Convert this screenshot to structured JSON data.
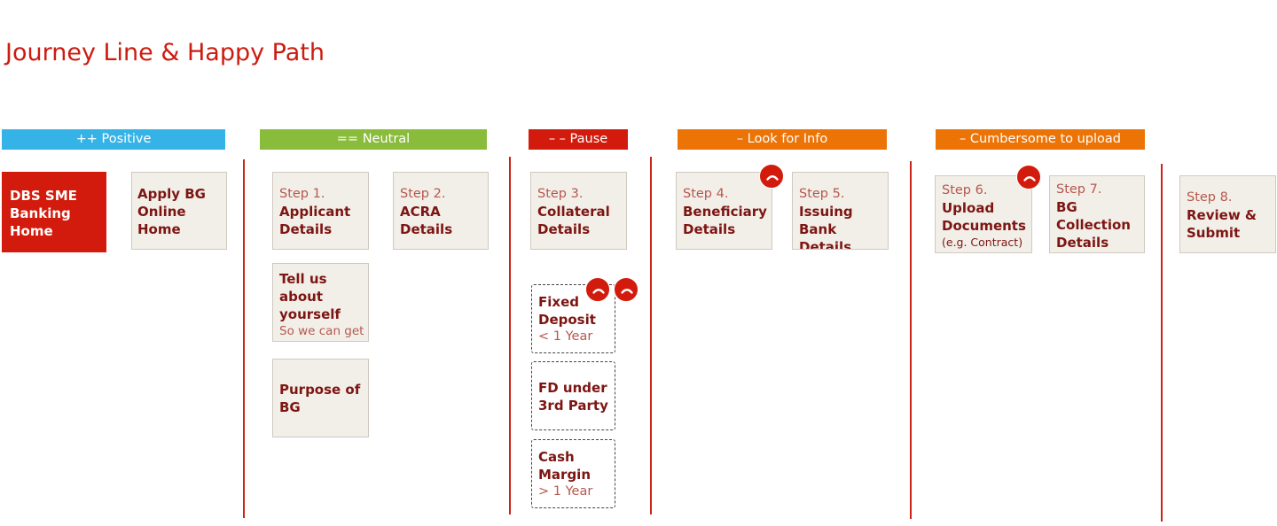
{
  "title": "Journey Line & Happy Path",
  "colors": {
    "positive": "#36b3e6",
    "neutral": "#8abc3c",
    "pause": "#d21b0c",
    "look_for_info": "#ec7407",
    "cumbersome": "#ec7407",
    "card_bg": "#f2efe9",
    "card_text": "#7d1512",
    "divider": "#cc2418"
  },
  "bands": {
    "positive": "++ Positive",
    "neutral": "== Neutral",
    "pause": "– – Pause",
    "look_for_info": "– Look for Info",
    "cumbersome": "– Cumbersome to upload"
  },
  "cards": {
    "dbs_home": {
      "title": "DBS SME Banking Home"
    },
    "apply_bg": {
      "title": "Apply BG Online Home"
    },
    "step1": {
      "step": "Step 1.",
      "title": "Applicant Details"
    },
    "step2": {
      "step": "Step 2.",
      "title": "ACRA Details"
    },
    "tell_us": {
      "title": "Tell us about yourself",
      "note": "So we can get back to you"
    },
    "purpose": {
      "title": "Purpose of BG"
    },
    "step3": {
      "step": "Step 3.",
      "title": "Collateral Details"
    },
    "fixed_deposit": {
      "title": "Fixed Deposit",
      "note": "< 1 Year"
    },
    "fd_third_party": {
      "title": "FD under 3rd Party"
    },
    "cash_margin": {
      "title": "Cash Margin",
      "note": "> 1 Year"
    },
    "step4": {
      "step": "Step 4.",
      "title": "Beneficiary Details"
    },
    "step5": {
      "step": "Step 5.",
      "title": "Issuing Bank Details"
    },
    "step6": {
      "step": "Step 6.",
      "title": "Upload Documents",
      "note": "(e.g. Contract)"
    },
    "step7": {
      "step": "Step 7.",
      "title": "BG Collection Details"
    },
    "step8": {
      "step": "Step 8.",
      "title": "Review & Submit"
    }
  },
  "pain_icons": [
    "frown-face-icon",
    "frown-face-icon",
    "frown-face-icon",
    "frown-face-icon"
  ]
}
